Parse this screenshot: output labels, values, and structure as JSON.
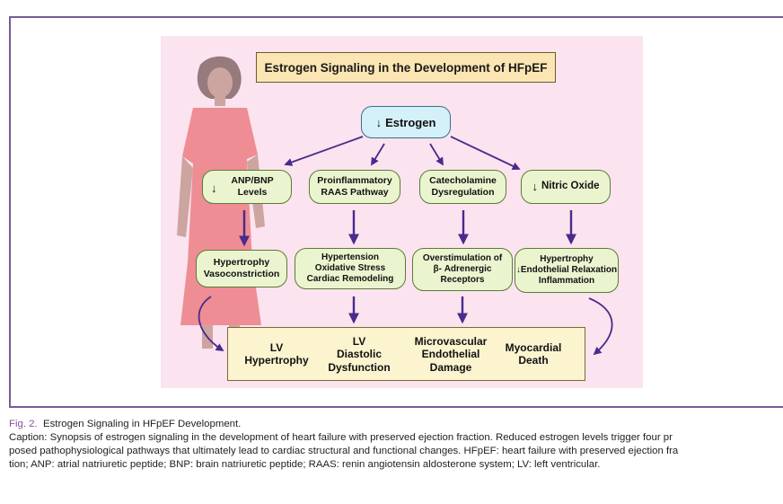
{
  "diagram": {
    "title": "Estrogen Signaling in the Development of HFpEF",
    "estrogen": {
      "arrow": "↓",
      "label": "Estrogen"
    },
    "mechanisms": [
      {
        "arrow": "↓",
        "label": "ANP/BNP\nLevels"
      },
      {
        "arrow": "",
        "label": "Proinflammatory\nRAAS Pathway"
      },
      {
        "arrow": "",
        "label": "Catecholamine\nDysregulation"
      },
      {
        "arrow": "↓",
        "label": "Nitric Oxide"
      }
    ],
    "effects": [
      {
        "label": "Hypertrophy\nVasoconstriction"
      },
      {
        "label": "Hypertension\nOxidative Stress\nCardiac Remodeling"
      },
      {
        "label": "Overstimulation of\nβ- Adrenergic\nReceptors"
      },
      {
        "label": "Hypertrophy\n↓Endothelial Relaxation\nInflammation"
      }
    ],
    "outcomes": [
      "LV\nHypertrophy",
      "LV\nDiastolic\nDysfunction",
      "Microvascular\nEndothelial\nDamage",
      "Myocardial\nDeath"
    ],
    "colors": {
      "background": "#fbe3ef",
      "title_fill": "#fbe5b2",
      "estrogen_fill": "#d4f0f8",
      "node_fill": "#eaf5cf",
      "outcome_fill": "#fbf4cf",
      "arrow": "#4a2a8c",
      "frame": "#7a5a98"
    }
  },
  "caption": {
    "fig_label": "Fig. 2.",
    "fig_title": "Estrogen Signaling in HFpEF Development.",
    "line1": "Caption: Synopsis of estrogen signaling in the development of heart failure with preserved ejection fraction. Reduced estrogen levels trigger four pr",
    "line2": "posed pathophysiological pathways that ultimately lead to cardiac structural and functional changes. HFpEF: heart failure with preserved ejection fra",
    "line3": "tion; ANP: atrial natriuretic peptide; BNP: brain natriuretic peptide; RAAS: renin angiotensin aldosterone system; LV: left ventricular."
  }
}
